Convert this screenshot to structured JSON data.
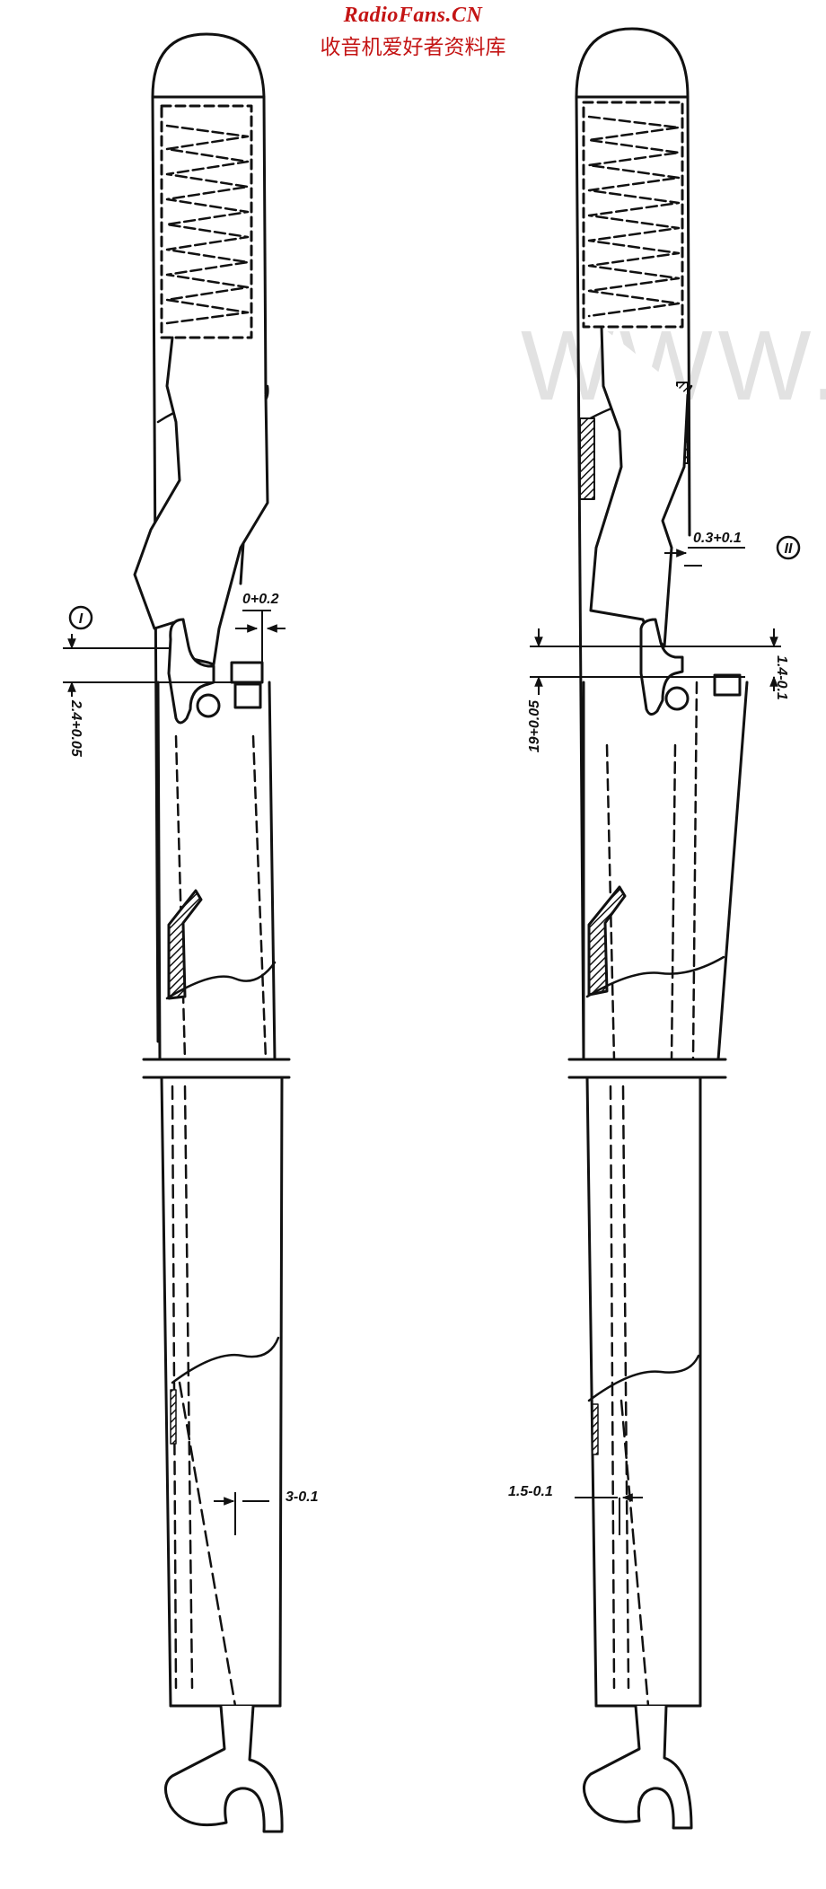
{
  "header": {
    "site_title": "RadioFans.CN",
    "site_subtitle": "收音机爱好者资料库"
  },
  "watermark": "WWW.",
  "figures": {
    "left": {
      "marker": "I",
      "dims": {
        "gap": "0+0.2",
        "height": "2.4+0.05",
        "width": "3-0.1"
      }
    },
    "right": {
      "marker": "II",
      "dims": {
        "gap": "0.3+0.1",
        "height_left": "19+0.05",
        "height_right": "1.4-0.1",
        "width": "1.5-0.1"
      }
    }
  },
  "colors": {
    "ink": "#111111",
    "header_red": "#c41414",
    "watermark": "#e2e2e2"
  }
}
